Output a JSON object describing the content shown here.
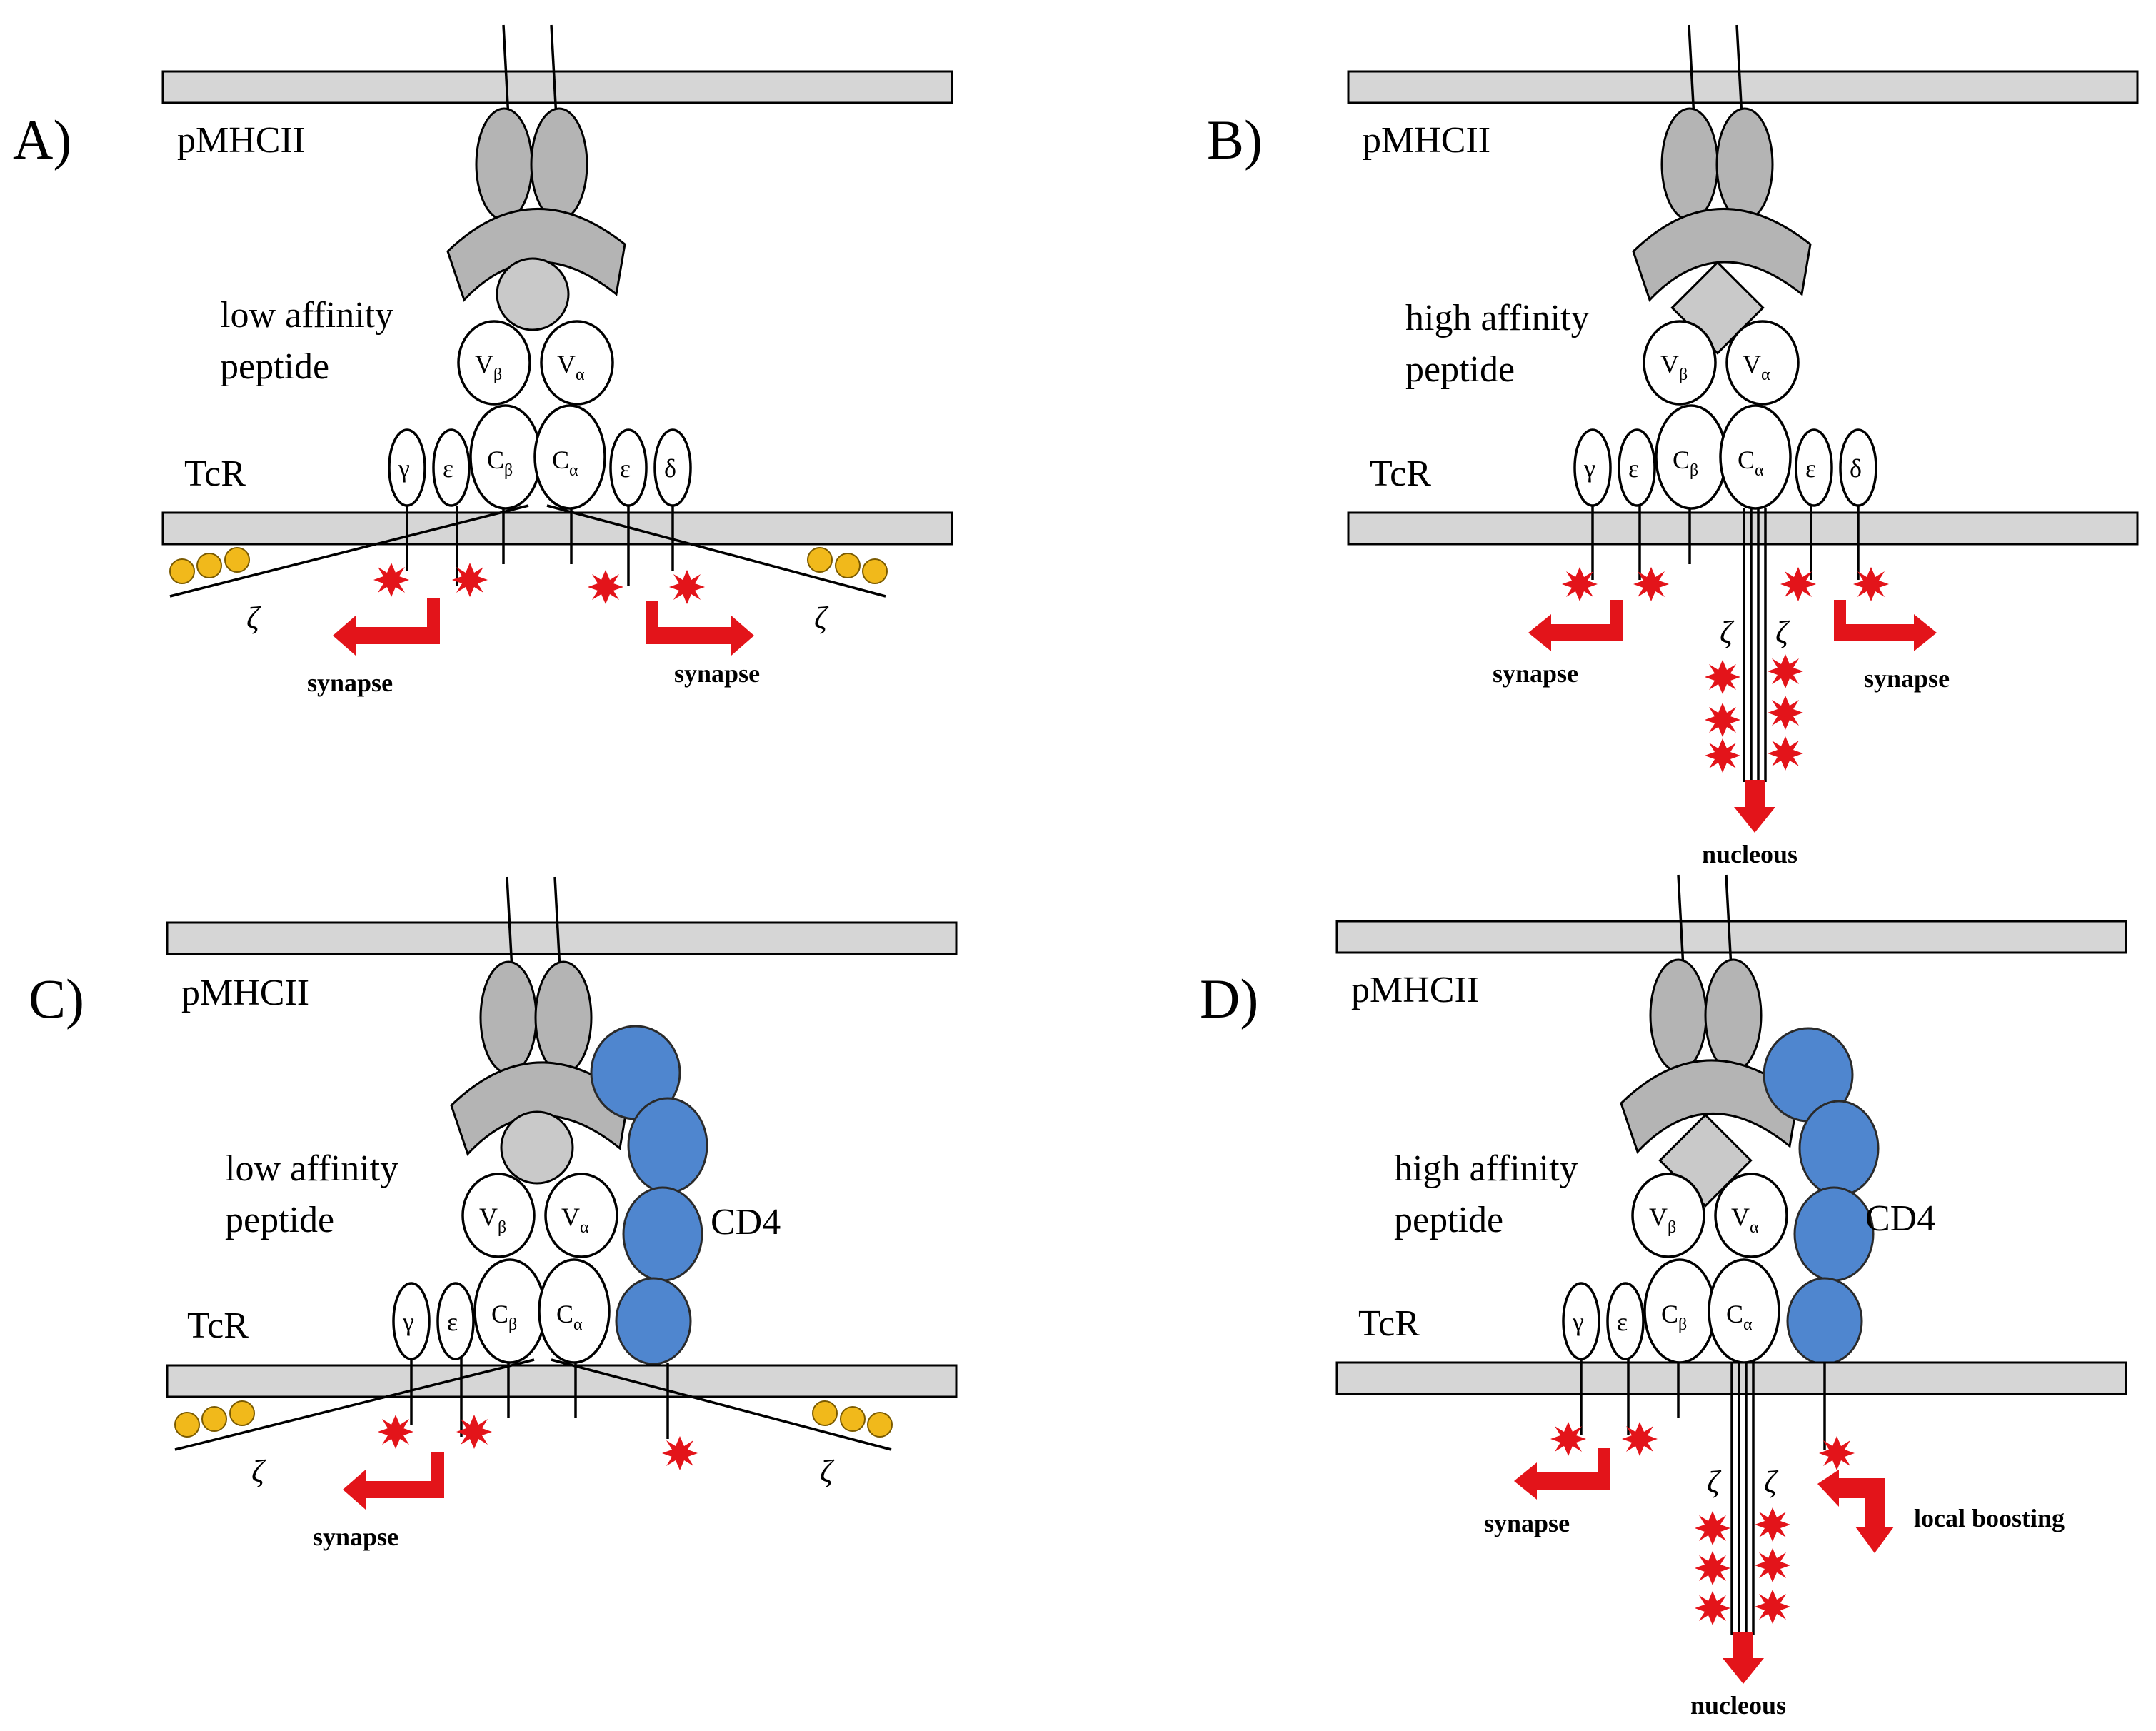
{
  "panels": [
    {
      "letter": "A)",
      "mhc_label": "pMHCII",
      "peptide_line1": "low affinity",
      "peptide_line2": "peptide",
      "tcr_label": "TcR",
      "zeta_left": "ζ",
      "zeta_right": "ζ",
      "arrow_left": "synapse",
      "arrow_right": "synapse"
    },
    {
      "letter": "B)",
      "mhc_label": "pMHCII",
      "peptide_line1": "high affinity",
      "peptide_line2": "peptide",
      "tcr_label": "TcR",
      "zeta_left": "ζ",
      "zeta_right": "ζ",
      "arrow_left": "synapse",
      "arrow_right": "synapse",
      "arrow_down": "nucleous"
    },
    {
      "letter": "C)",
      "mhc_label": "pMHCII",
      "peptide_line1": "low affinity",
      "peptide_line2": "peptide",
      "tcr_label": "TcR",
      "zeta_left": "ζ",
      "zeta_right": "ζ",
      "arrow_left": "synapse",
      "cd4_label": "CD4"
    },
    {
      "letter": "D)",
      "mhc_label": "pMHCII",
      "peptide_line1": "high affinity",
      "peptide_line2": "peptide",
      "tcr_label": "TcR",
      "zeta_left": "ζ",
      "zeta_right": "ζ",
      "arrow_left": "synapse",
      "arrow_down": "nucleous",
      "cd4_label": "CD4",
      "arrow_boost": "local boosting"
    }
  ],
  "chains": {
    "v_beta": "V",
    "v_beta_sub": "β",
    "v_alpha": "V",
    "v_alpha_sub": "α",
    "c_beta": "C",
    "c_beta_sub": "β",
    "c_alpha": "C",
    "c_alpha_sub": "α",
    "gamma": "γ",
    "epsilon": "ε",
    "delta": "δ"
  },
  "colors": {
    "membrane": "#d6d6d6",
    "mhc": "#b4b4b4",
    "cd4": "#4f86cf",
    "zap70": "#f1b91b",
    "phospho": "#e3141a"
  }
}
